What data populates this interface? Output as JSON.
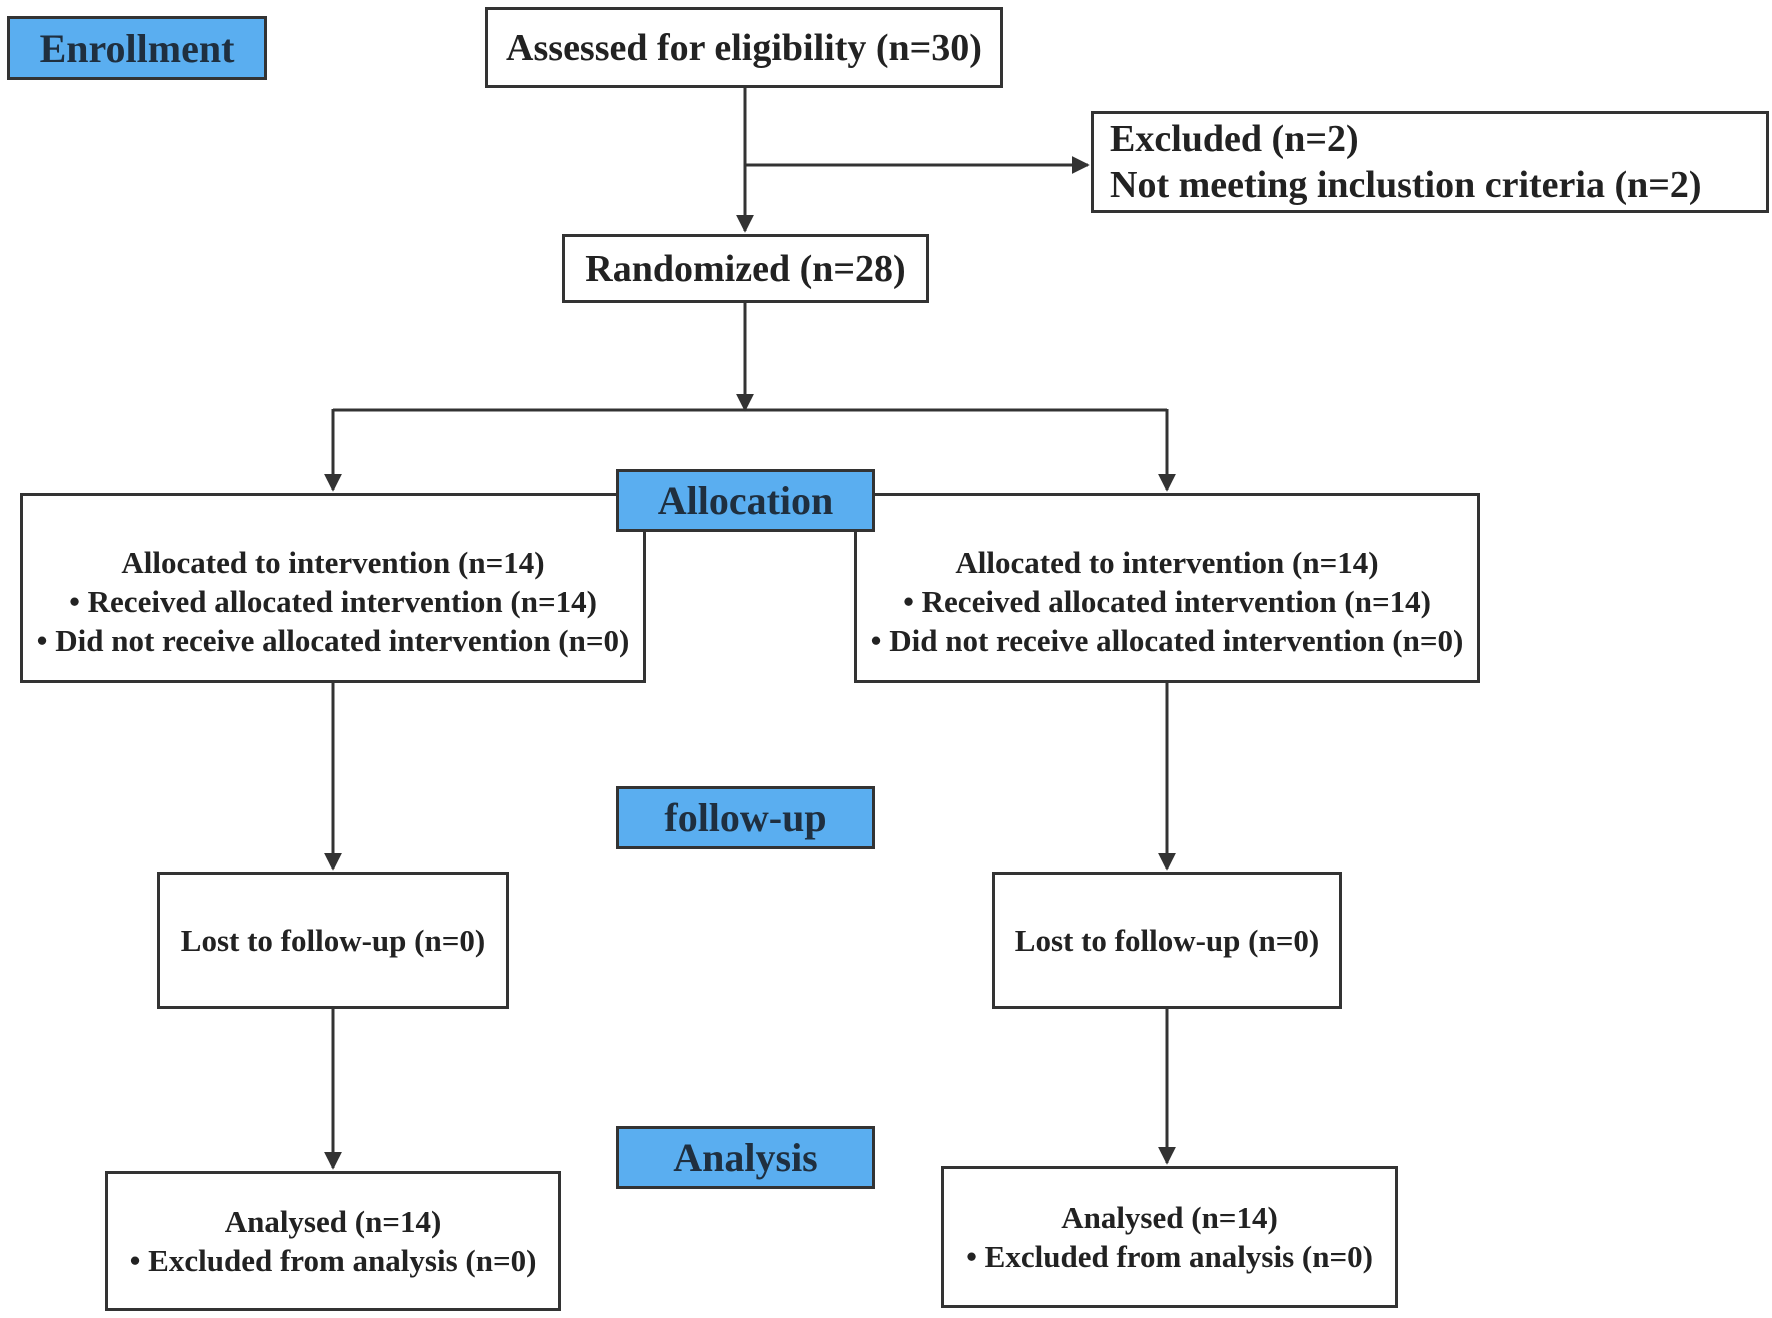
{
  "stages": {
    "enrollment": "Enrollment",
    "allocation": "Allocation",
    "follow_up": "follow-up",
    "analysis": "Analysis"
  },
  "assessed": "Assessed for eligibility (n=30)",
  "excluded": {
    "title": "Excluded (n=2)",
    "reason": "Not meeting inclustion criteria (n=2)"
  },
  "randomized": "Randomized (n=28)",
  "left_arm": {
    "allocation": [
      "Allocated to intervention (n=14)",
      "• Received allocated intervention (n=14)",
      "• Did not receive allocated intervention (n=0)"
    ],
    "follow_up": "Lost to follow-up (n=0)",
    "analysis": [
      "Analysed (n=14)",
      "• Excluded from analysis (n=0)"
    ]
  },
  "right_arm": {
    "allocation": [
      "Allocated to intervention (n=14)",
      "• Received allocated intervention (n=14)",
      "• Did not receive allocated intervention (n=0)"
    ],
    "follow_up": "Lost to follow-up (n=0)",
    "analysis": [
      "Analysed (n=14)",
      "• Excluded from analysis (n=0)"
    ]
  },
  "colors": {
    "stage_fill": "#5aaef0",
    "border": "#333333"
  }
}
